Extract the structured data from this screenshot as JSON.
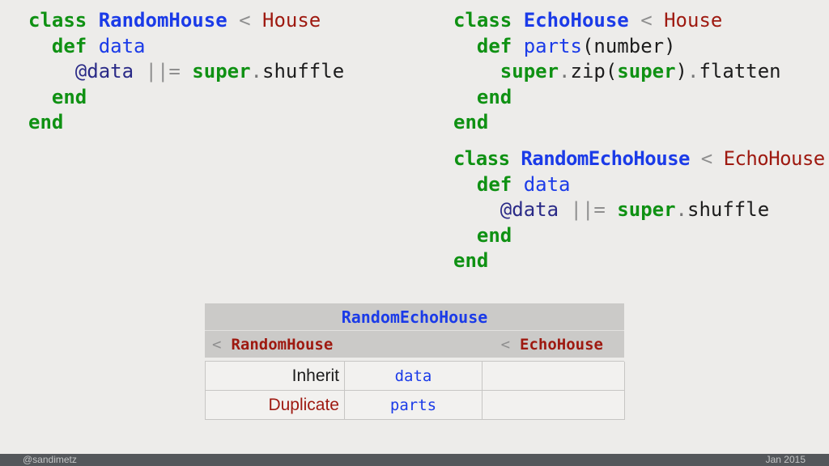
{
  "slide": {
    "background": "#edecea",
    "kind": "presentation-slide"
  },
  "colors": {
    "keyword_green": "#0f9113",
    "classname_blue": "#1b3be8",
    "superclass_red": "#9e1910",
    "operator_gray": "#8f8f8f",
    "ivar_navy": "#2a2a87",
    "plain_black": "#1c1c1c",
    "header_gray": "#cbcac8",
    "cell_bg": "#f2f1ef",
    "footer_bar": "#54575b",
    "footer_text": "#c3c5c6"
  },
  "code_blocks": [
    {
      "name": "random-house",
      "condensed_lines": [],
      "lines": [
        [
          [
            "k",
            "class "
          ],
          [
            "c",
            "RandomHouse "
          ],
          [
            "o",
            "< "
          ],
          [
            "s",
            "House"
          ]
        ],
        [
          [
            "w",
            "  "
          ],
          [
            "k",
            "def "
          ],
          [
            "m",
            "data"
          ]
        ],
        [
          [
            "w",
            "    "
          ],
          [
            "i",
            "@data "
          ],
          [
            "o",
            "||= "
          ],
          [
            "k",
            "super"
          ],
          [
            "d",
            "."
          ],
          [
            "t",
            "shuffle"
          ]
        ],
        [
          [
            "w",
            "  "
          ],
          [
            "k",
            "end"
          ]
        ],
        [
          [
            "k",
            "end"
          ]
        ]
      ]
    },
    {
      "name": "echo-house",
      "condensed_lines": [],
      "lines": [
        [
          [
            "k",
            "class "
          ],
          [
            "c",
            "EchoHouse "
          ],
          [
            "o",
            "< "
          ],
          [
            "s",
            "House"
          ]
        ],
        [
          [
            "w",
            "  "
          ],
          [
            "k",
            "def "
          ],
          [
            "m",
            "parts"
          ],
          [
            "t",
            "(number)"
          ]
        ],
        [
          [
            "w",
            "    "
          ],
          [
            "k",
            "super"
          ],
          [
            "d",
            "."
          ],
          [
            "t",
            "zip("
          ],
          [
            "k",
            "super"
          ],
          [
            "t",
            ")"
          ],
          [
            "d",
            "."
          ],
          [
            "t",
            "flatten"
          ]
        ],
        [
          [
            "w",
            "  "
          ],
          [
            "k",
            "end"
          ]
        ],
        [
          [
            "k",
            "end"
          ]
        ]
      ]
    },
    {
      "name": "random-echo-house",
      "condensed_lines": [
        0
      ],
      "lines": [
        [
          [
            "k",
            "class "
          ],
          [
            "c",
            "RandomEchoHouse "
          ],
          [
            "o",
            "< "
          ],
          [
            "s",
            "EchoHouse"
          ]
        ],
        [
          [
            "w",
            "  "
          ],
          [
            "k",
            "def "
          ],
          [
            "m",
            "data"
          ]
        ],
        [
          [
            "w",
            "    "
          ],
          [
            "i",
            "@data "
          ],
          [
            "o",
            "||= "
          ],
          [
            "k",
            "super"
          ],
          [
            "d",
            "."
          ],
          [
            "t",
            "shuffle"
          ]
        ],
        [
          [
            "w",
            "  "
          ],
          [
            "k",
            "end"
          ]
        ],
        [
          [
            "k",
            "end"
          ]
        ]
      ]
    }
  ],
  "table": {
    "title": "RandomEchoHouse",
    "left_parent": {
      "op": "<",
      "name": "RandomHouse"
    },
    "right_parent": {
      "op": "<",
      "name": "EchoHouse"
    },
    "rows": [
      {
        "label": "Inherit",
        "value": "data",
        "extra": ""
      },
      {
        "label": "Duplicate",
        "value": "parts",
        "extra": ""
      }
    ]
  },
  "footer": {
    "handle": "@sandimetz",
    "date": "Jan 2015"
  }
}
